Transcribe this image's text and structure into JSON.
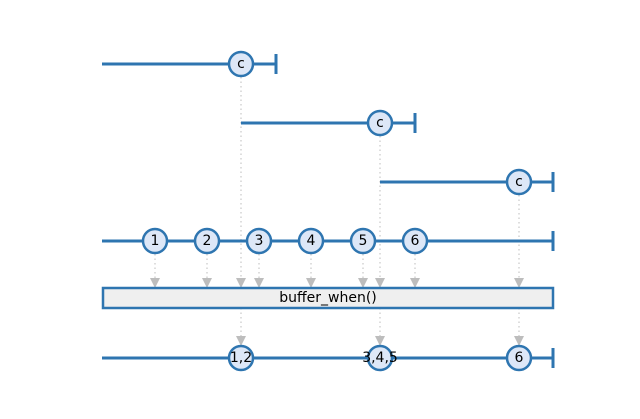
{
  "operator": {
    "label": "buffer_when()"
  },
  "closing_streams": [
    {
      "marbles": [
        {
          "label": "c"
        }
      ]
    },
    {
      "marbles": [
        {
          "label": "c"
        }
      ]
    },
    {
      "marbles": [
        {
          "label": "c"
        }
      ]
    }
  ],
  "source": {
    "marbles": [
      {
        "label": "1"
      },
      {
        "label": "2"
      },
      {
        "label": "3"
      },
      {
        "label": "4"
      },
      {
        "label": "5"
      },
      {
        "label": "6"
      }
    ]
  },
  "result": {
    "marbles": [
      {
        "label": "1,2"
      },
      {
        "label": "3,4,5"
      },
      {
        "label": "6"
      }
    ]
  },
  "colors": {
    "line": "#2e75b0",
    "marble_fill": "#dde7f7",
    "guide": "#bdbdbd",
    "box_fill": "#efefef"
  }
}
